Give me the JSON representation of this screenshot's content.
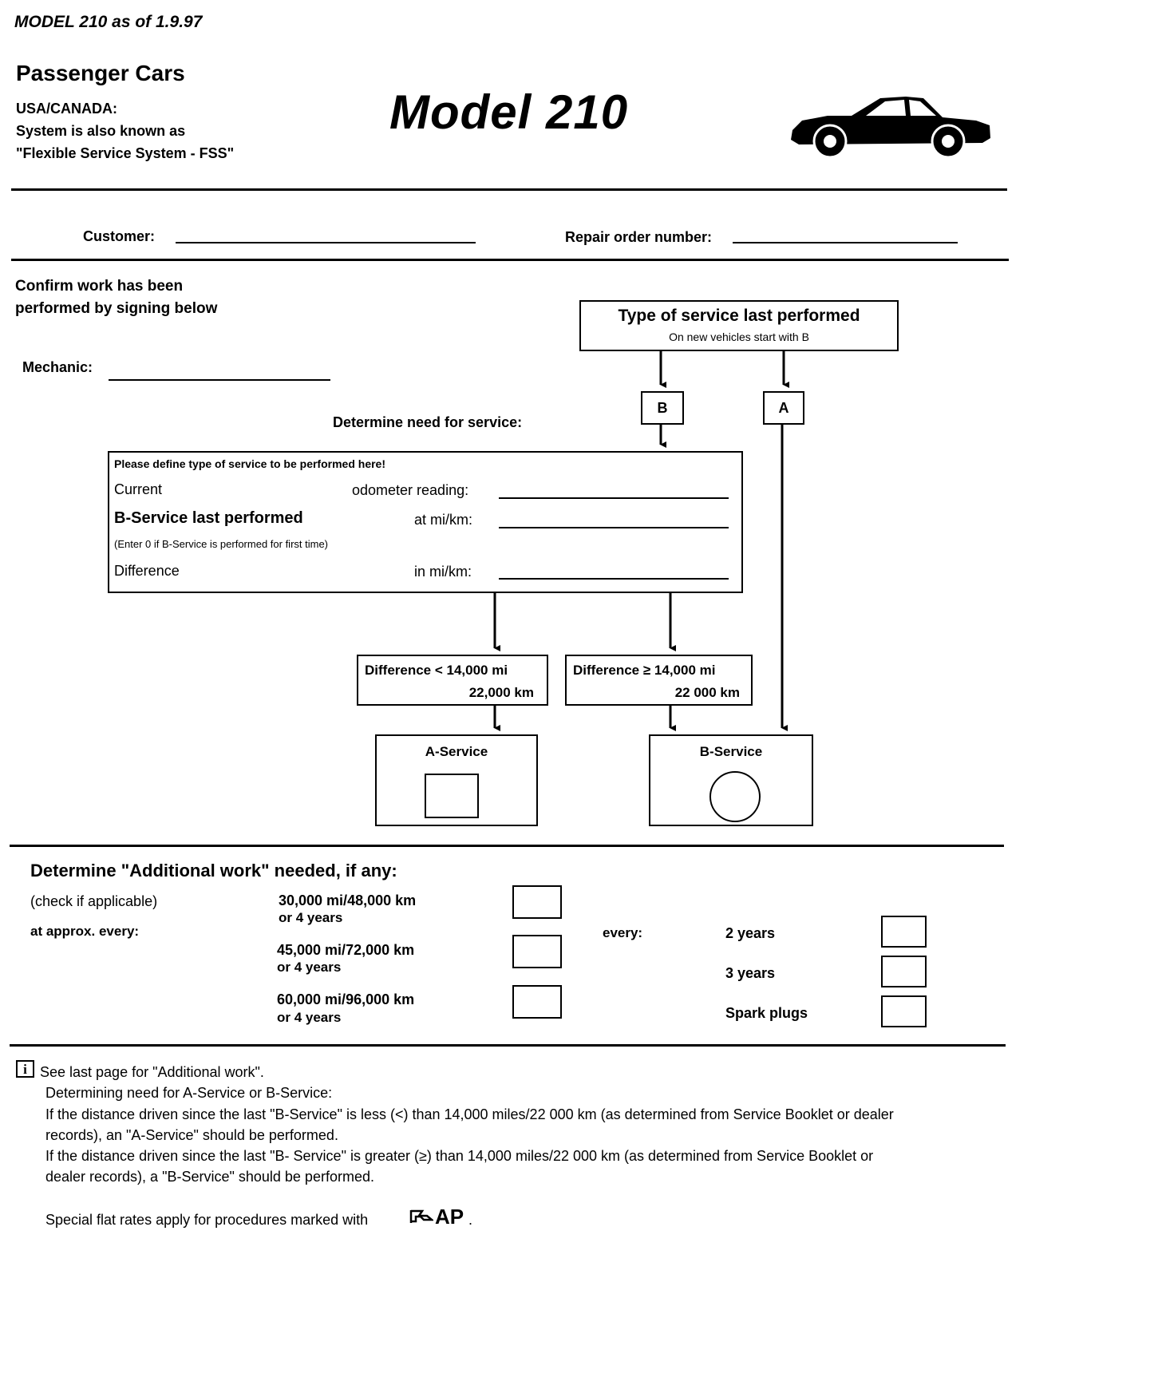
{
  "header": {
    "model_as_of": "MODEL 210 as of 1.9.97",
    "category": "Passenger Cars",
    "region": "USA/CANADA:",
    "known_as_line1": "System is also known as",
    "known_as_line2": "\"Flexible Service System - FSS\"",
    "title": "Model 210",
    "car_icon": "car-sedan-icon"
  },
  "customer_row": {
    "customer_label": "Customer:",
    "repair_order_label": "Repair order number:"
  },
  "confirm": {
    "line1": "Confirm work has been",
    "line2": "performed by signing below",
    "mechanic_label": "Mechanic:"
  },
  "flow": {
    "type_box_title": "Type of  service last performed",
    "type_box_sub": "On new vehicles start with B",
    "b_label": "B",
    "a_label": "A",
    "determine_label": "Determine need for service:",
    "define_box": {
      "heading": "Please define type of service to be performed here!",
      "current_label": "Current",
      "odometer_label": "odometer reading:",
      "b_last_label": "B-Service last performed",
      "at_label": "at mi/km:",
      "enter_note": "(Enter 0 if B-Service is performed for first time)",
      "difference_label": "Difference",
      "in_label": "in mi/km:"
    },
    "diff_less_line1": "Difference < 14,000 mi",
    "diff_less_line2": "22,000 km",
    "diff_greater_line1": "Difference ≥ 14,000 mi",
    "diff_greater_line2": "22 000 km",
    "a_service": "A-Service",
    "b_service": "B-Service"
  },
  "additional": {
    "title": "Determine \"Additional work\" needed, if any:",
    "check_note": "(check if applicable)",
    "approx_label": "at approx. every:",
    "mileage_items": [
      {
        "line1": "30,000 mi/48,000 km",
        "line2": "or 4 years"
      },
      {
        "line1": "45,000 mi/72,000 km",
        "line2": "or 4 years"
      },
      {
        "line1": "60,000 mi/96,000 km",
        "line2": "or 4 years"
      }
    ],
    "every_label": "every:",
    "interval_items": [
      "2 years",
      "3 years",
      "Spark plugs"
    ]
  },
  "notes": {
    "info_icon": "info-icon",
    "info_glyph": "i",
    "line1": "See last page for \"Additional work\".",
    "line2": "Determining need for A-Service or B-Service:",
    "line3": "If the distance driven since the last \"B-Service\" is less (<) than 14,000 miles/22 000 km (as determined from Service Booklet or dealer",
    "line4": "records), an \"A-Service\" should be performed.",
    "line5": "If the distance driven since the last \"B- Service\" is greater (≥) than 14,000 miles/22 000 km (as determined from Service Booklet or",
    "line6": "dealer records), a \"B-Service\" should be performed.",
    "flat_rates": "Special flat rates apply for procedures marked with",
    "ap_icon": "ap-flat-rate-icon",
    "ap_label": "AP",
    "period": "."
  }
}
